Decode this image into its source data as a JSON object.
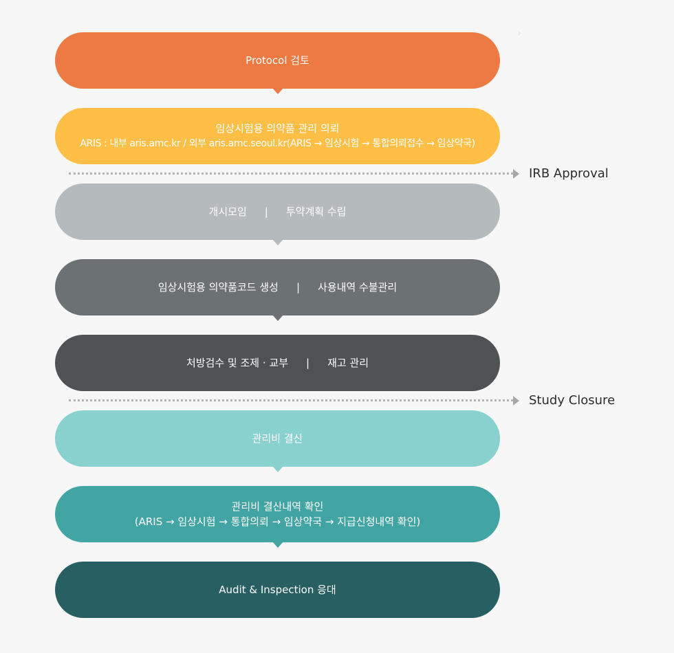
{
  "steps": [
    {
      "lines": [
        "Protocol 검토"
      ],
      "color": "#ec7a42",
      "pointer": true
    },
    {
      "lines": [
        "임상시험용 의약품 관리 의뢰",
        "ARIS : 내부 aris.amc.kr  / 외부 aris.amc.seoul.kr(ARIS → 임상시험 → 통합의뢰접수 → 임상약국)"
      ],
      "color": "#ffbf47",
      "pointer": false
    },
    {
      "parts": [
        "개시모임",
        "|",
        "투약계획 수립"
      ],
      "color": "#b5babc",
      "pointer": true
    },
    {
      "parts": [
        "임상시험용 의약품코드 생성",
        "|",
        "사용내역 수불관리"
      ],
      "color": "#6c7173",
      "pointer": true
    },
    {
      "parts": [
        "처방검수 및 조제 · 교부",
        "|",
        "재고 관리"
      ],
      "color": "#4f5254",
      "pointer": false
    },
    {
      "lines": [
        "관리비 결산"
      ],
      "color": "#89d1cf",
      "pointer": true
    },
    {
      "lines": [
        "관리비 결산내역 확인",
        "(ARIS → 임상시험 → 통합의뢰 → 임상약국 → 지급신청내역 확인)"
      ],
      "color": "#43a4a4",
      "pointer": true
    },
    {
      "lines": [
        "Audit & Inspection 응대"
      ],
      "color": "#285f62",
      "pointer": false
    }
  ],
  "milestones": [
    {
      "label": "IRB Approval"
    },
    {
      "label": "Study Closure"
    }
  ],
  "decor": {
    "chevron": "›"
  }
}
